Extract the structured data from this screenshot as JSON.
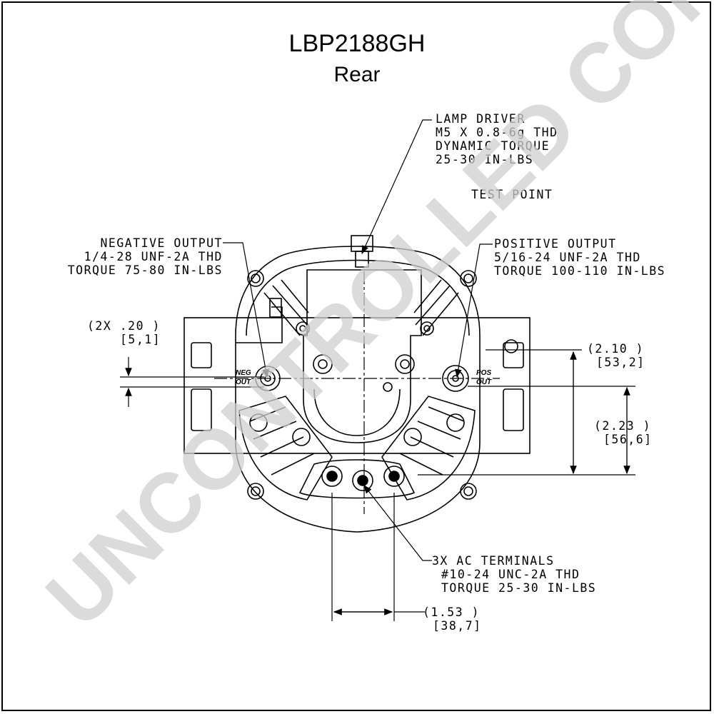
{
  "title": "LBP2188GH",
  "subtitle": "Rear",
  "watermark": "UNCONTROLLED COPY",
  "callouts": {
    "lamp_driver": [
      "LAMP DRIVER",
      "M5 X 0.8-6g THD",
      "DYNAMIC TORQUE",
      "25-30 IN-LBS"
    ],
    "test_point": "TEST POINT",
    "negative_output": [
      "NEGATIVE OUTPUT",
      "1/4-28 UNF-2A THD",
      "TORQUE 75-80 IN-LBS"
    ],
    "positive_output": [
      "POSITIVE OUTPUT",
      "5/16-24 UNF-2A THD",
      "TORQUE 100-110 IN-LBS"
    ],
    "ac_terminals": [
      "3X AC TERMINALS",
      "#10-24 UNC-2A THD",
      "TORQUE 25-30 IN-LBS"
    ]
  },
  "dimensions": {
    "hole_spacing": [
      "(2X .20  )",
      "[5,1]"
    ],
    "height_upper": [
      "(2.10  )",
      "[53,2]"
    ],
    "height_lower": [
      "(2.23  )",
      "[56,6]"
    ],
    "ac_spacing": [
      "(1.53  )",
      "[38,7]"
    ]
  },
  "terminal_labels": {
    "neg": [
      "NEG",
      "OUT"
    ],
    "pos": [
      "POS",
      "OUT"
    ]
  }
}
